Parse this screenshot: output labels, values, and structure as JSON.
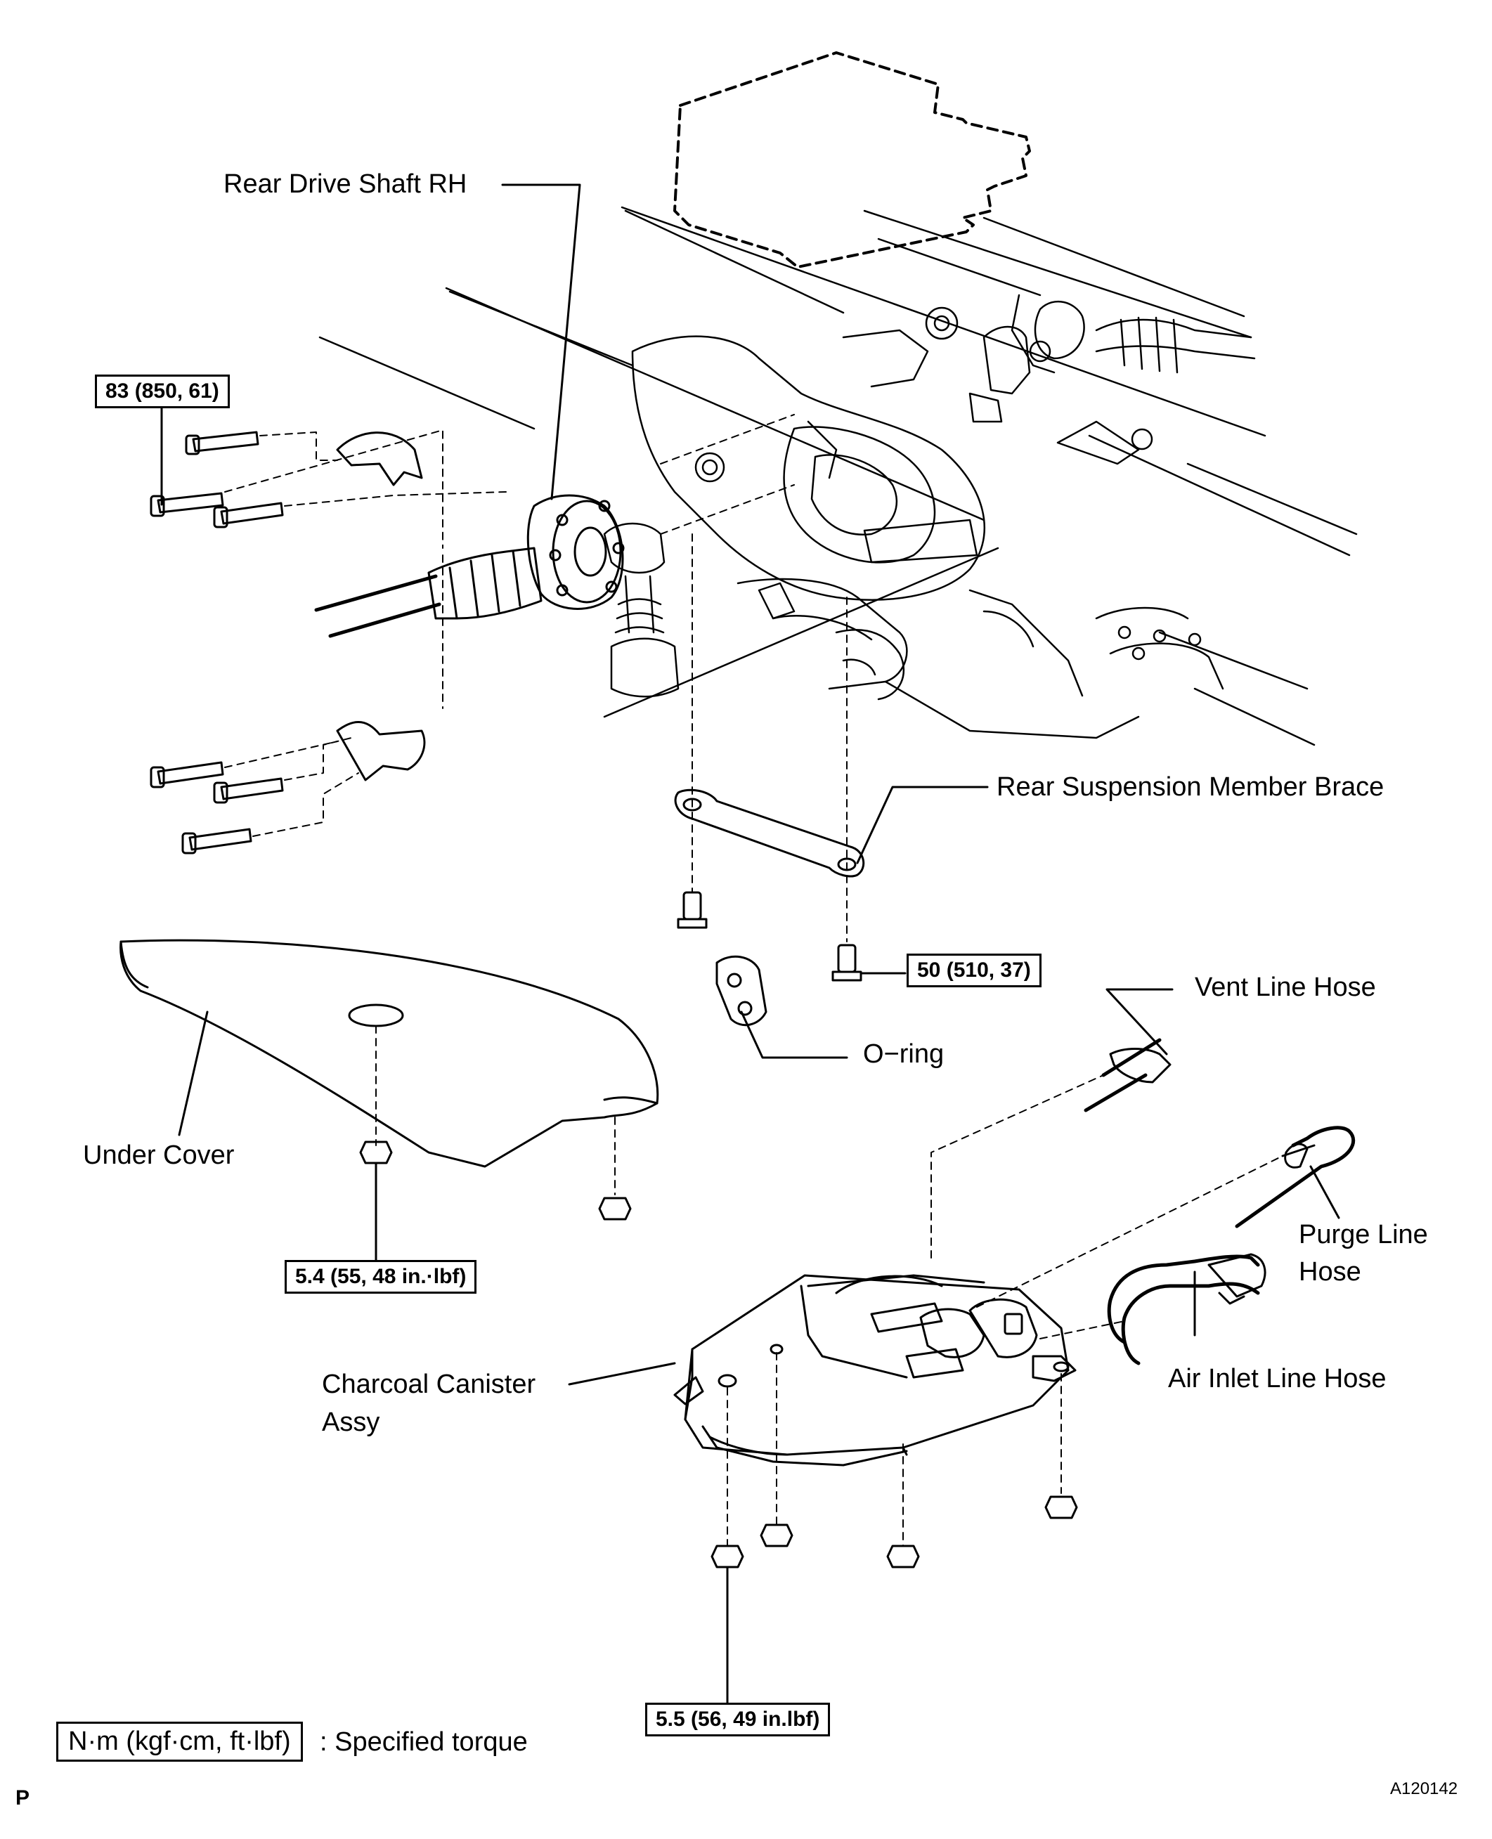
{
  "labels": {
    "rear_drive_shaft": "Rear Drive Shaft RH",
    "rear_suspension_brace": "Rear Suspension Member Brace",
    "vent_line_hose": "Vent Line Hose",
    "o_ring": "O−ring",
    "under_cover": "Under Cover",
    "purge_line_hose_1": "Purge Line",
    "purge_line_hose_2": "Hose",
    "air_inlet_line_hose": "Air Inlet Line Hose",
    "charcoal_canister_1": "Charcoal Canister",
    "charcoal_canister_2": "Assy"
  },
  "torques": {
    "drive_shaft_bolts": "83 (850, 61)",
    "brace_bolt": "50 (510, 37)",
    "under_cover_nut": "5.4 (55, 48 in.·lbf)",
    "canister_nut": "5.5 (56, 49 in.lbf)"
  },
  "legend": {
    "unit": "N·m (kgf·cm, ft·lbf)",
    "text": ": Specified torque"
  },
  "corner": {
    "left_mark": "P",
    "figure_id": "A120142"
  }
}
